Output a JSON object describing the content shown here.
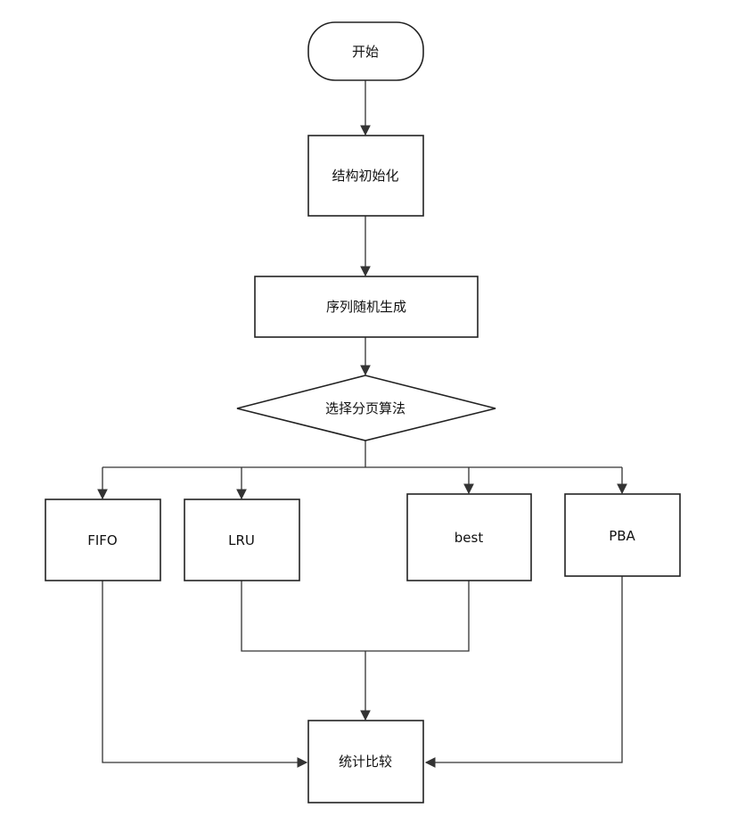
{
  "nodes": {
    "start": "开始",
    "init": "结构初始化",
    "generate": "序列随机生成",
    "choose": "选择分页算法",
    "fifo": "FIFO",
    "lru": "LRU",
    "best": "best",
    "pba": "PBA",
    "compare": "统计比较"
  },
  "colors": {
    "stroke": "#222222",
    "edge": "#333333",
    "background": "#ffffff"
  }
}
